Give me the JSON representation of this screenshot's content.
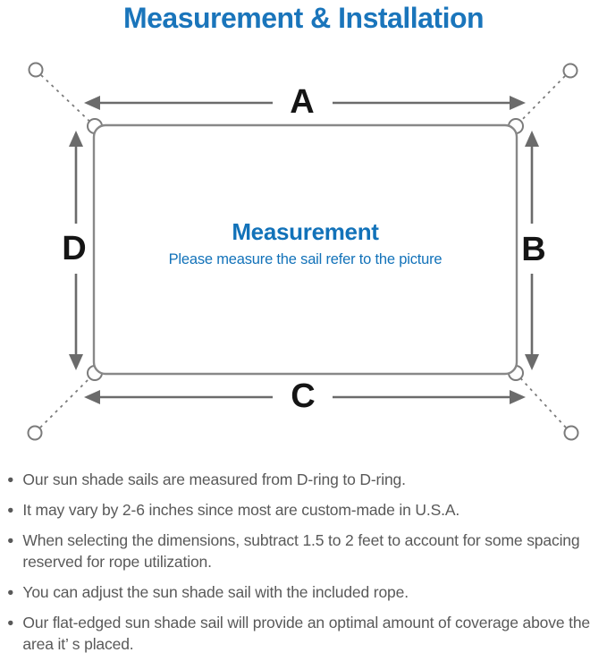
{
  "title": "Measurement & Installation",
  "diagram": {
    "labels": {
      "top": "A",
      "right": "B",
      "bottom": "C",
      "left": "D"
    },
    "center_title": "Measurement",
    "center_subtitle": "Please measure the sail refer to the picture"
  },
  "notes": {
    "bullet_glyph": "●",
    "items": [
      "Our sun shade sails are measured from D-ring to D-ring.",
      "It may vary by 2-6 inches since most are custom-made in U.S.A.",
      "When selecting the dimensions, subtract 1.5 to 2 feet to account for some spacing reserved for rope utilization.",
      "You can adjust the sun shade sail with the included rope.",
      "Our flat-edged sun shade sail will provide an optimal amount of coverage above the area it’ s placed."
    ]
  },
  "colors": {
    "title_blue": "#1a75bb",
    "center_blue": "#1272b9",
    "line_gray": "#7b7b7b",
    "arrow_gray": "#6b6b6b",
    "label_black": "#151515",
    "body_gray": "#595959"
  }
}
